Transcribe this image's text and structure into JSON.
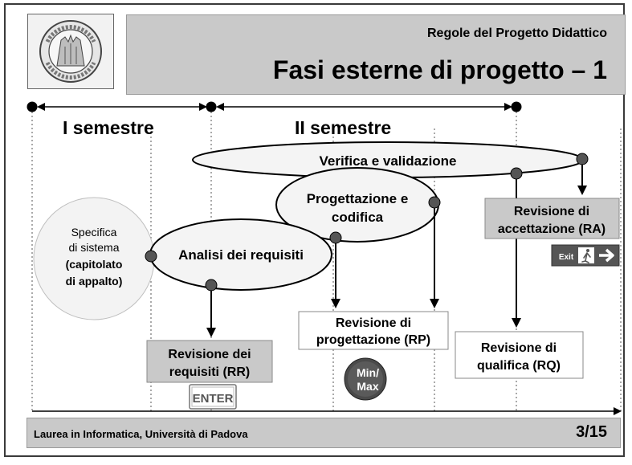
{
  "header": {
    "small_title": "Regole del Progetto Didattico",
    "title": "Fasi esterne di progetto – 1"
  },
  "timeline": {
    "semester1": "I semestre",
    "semester2": "II semestre"
  },
  "phases": {
    "verifica": "Verifica e validazione",
    "progettazione_line1": "Progettazione e",
    "progettazione_line2": "codifica",
    "analisi": "Analisi dei requisiti",
    "specifica_line1": "Specifica",
    "specifica_line2": "di sistema",
    "specifica_line3": "(capitolato",
    "specifica_line4": "di appalto)"
  },
  "reviews": {
    "rr_line1": "Revisione dei",
    "rr_line2": "requisiti (RR)",
    "rp_line1": "Revisione di",
    "rp_line2": "progettazione (RP)",
    "rq_line1": "Revisione di",
    "rq_line2": "qualifica (RQ)",
    "ra_line1": "Revisione di",
    "ra_line2": "accettazione (RA)"
  },
  "badges": {
    "enter": "ENTER",
    "minmax_line1": "Min/",
    "minmax_line2": "Max",
    "exit": "Exit"
  },
  "footer": {
    "left": "Laurea in Informatica, Università di Padova",
    "page": "3/15"
  },
  "icons": [
    "university-seal-icon",
    "enter-icon",
    "minmax-icon",
    "exit-sign-icon",
    "arrow-right-icon",
    "running-man-icon"
  ]
}
